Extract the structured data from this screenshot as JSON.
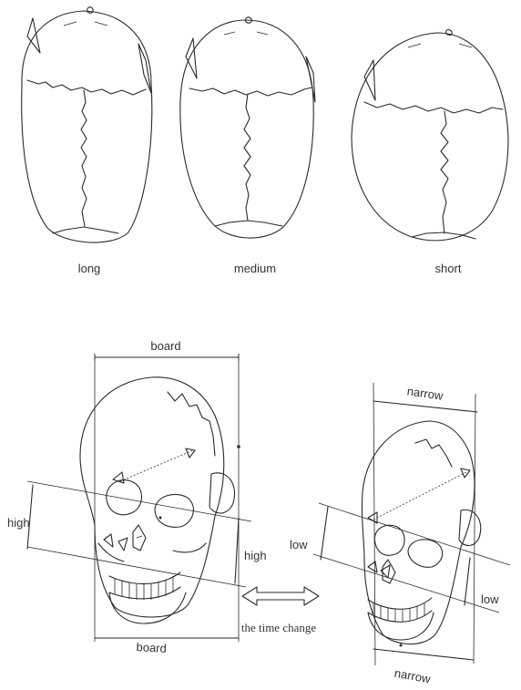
{
  "top_row": {
    "skulls": [
      {
        "label": "long"
      },
      {
        "label": "medium"
      },
      {
        "label": "short"
      }
    ]
  },
  "bottom_row": {
    "left_skull": {
      "top_label": "board",
      "bottom_label": "board",
      "left_label": "high",
      "right_label": "high"
    },
    "right_skull": {
      "top_label": "narrow",
      "bottom_label": "narrow",
      "left_label": "low",
      "right_label": "low"
    },
    "caption": "the time change"
  }
}
